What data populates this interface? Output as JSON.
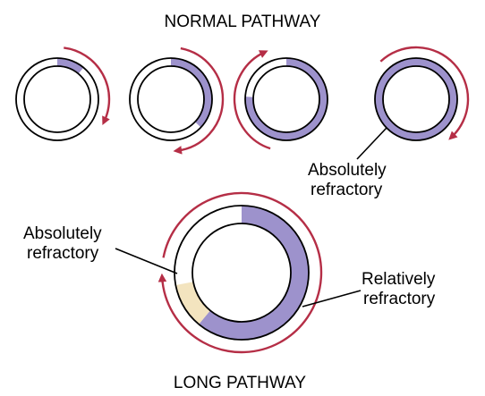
{
  "titles": {
    "normal_pathway": "NORMAL PATHWAY",
    "long_pathway": "LONG PATHWAY"
  },
  "labels": {
    "absolutely_refractory_small": [
      "Absolutely",
      "refractory"
    ],
    "absolutely_refractory_large": [
      "Absolutely",
      "refractory"
    ],
    "relatively_refractory": [
      "Relatively",
      "refractory"
    ]
  },
  "colors": {
    "absolute_refractory_fill": "#9d92cc",
    "relative_refractory_fill": "#f3e4bf",
    "arrow": "#b52e46",
    "outline": "#000000"
  },
  "normal_pathway_stages": [
    {
      "absolute_fraction": 0.11
    },
    {
      "absolute_fraction": 0.37
    },
    {
      "absolute_fraction": 0.76
    },
    {
      "absolute_fraction": 1.0
    }
  ],
  "long_pathway": {
    "absolute_fraction": 0.61,
    "relative_fraction": 0.11
  }
}
